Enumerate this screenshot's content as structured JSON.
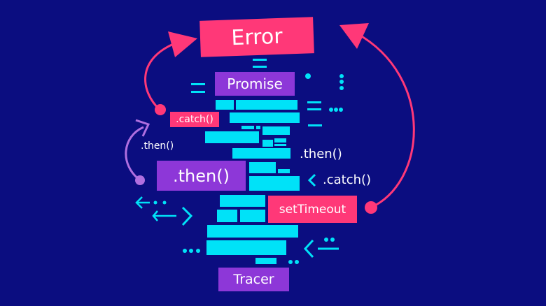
{
  "labels": {
    "error": "Error",
    "promise": "Promise",
    "catch_small": ".catch()",
    "then_small": ".then()",
    "then_big": ".then()",
    "then_right": ".then()",
    "catch_right": ".catch()",
    "set_timeout": "setTimeout",
    "tracer": "Tracer"
  },
  "colors": {
    "background": "#0b0d80",
    "cyan": "#00e2f8",
    "pink": "#ff3878",
    "purple": "#8d37d8",
    "lavender": "#b06fe0"
  }
}
